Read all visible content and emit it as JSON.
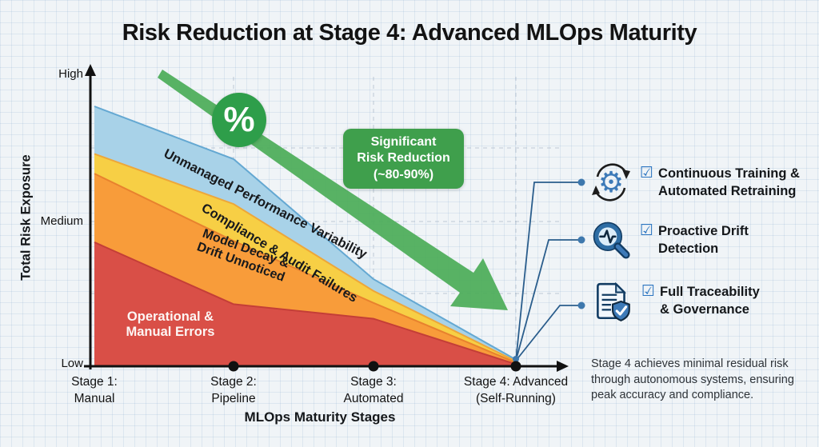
{
  "title": "Risk Reduction at Stage 4: Advanced MLOps Maturity",
  "axes": {
    "y_title": "Total Risk Exposure",
    "x_title": "MLOps Maturity Stages",
    "y_ticks": {
      "high": "High",
      "medium": "Medium",
      "low": "Low"
    }
  },
  "chart_data": {
    "type": "area",
    "stacked": true,
    "title": "Risk Reduction at Stage 4: Advanced MLOps Maturity",
    "xlabel": "MLOps Maturity Stages",
    "ylabel": "Total Risk Exposure",
    "x_categories": [
      "Stage 1:\nManual",
      "Stage 2:\nPipeline",
      "Stage 3:\nAutomated",
      "Stage 4: Advanced\n(Self-Running)"
    ],
    "y_tick_labels": [
      "Low",
      "Medium",
      "High"
    ],
    "ylim": [
      0,
      110
    ],
    "grid": "dashed",
    "series": [
      {
        "id": "operational-manual-errors",
        "label": "Operational &\nManual Errors",
        "color": "#d94f47",
        "edge_color": "#c43e37",
        "values": [
          47,
          23.5,
          18,
          0.8
        ]
      },
      {
        "id": "model-decay-drift",
        "label": "Model Decay &\nDrift Unnoticed",
        "color": "#f89c3a",
        "edge_color": "#e8822e",
        "values": [
          26,
          24,
          6,
          0.6
        ]
      },
      {
        "id": "compliance-audit-failures",
        "label": "Compliance & Audit Failures",
        "color": "#f7cf45",
        "edge_color": "#eda73a",
        "values": [
          7.5,
          14,
          4.5,
          0.5
        ]
      },
      {
        "id": "unmanaged-performance-variability",
        "label": "Unmanaged Performance Variability",
        "color": "#a8d2e8",
        "edge_color": "#64a8d2",
        "values": [
          18,
          17,
          4.5,
          0.6
        ]
      }
    ]
  },
  "annotations": {
    "percent_symbol": "%",
    "reduction_box": "Significant\nRisk Reduction\n(~80-90%)",
    "arrow_color": "#4fae5c",
    "badge_color": "#2e9e4a",
    "box_color": "#3f9f4c"
  },
  "callouts": {
    "checkbox_glyph": "☑",
    "items": [
      {
        "icon": "continuous-training-icon",
        "label": "Continuous Training &\nAutomated Retraining"
      },
      {
        "icon": "drift-detection-icon",
        "label": "Proactive Drift\nDetection"
      },
      {
        "icon": "traceability-icon",
        "label": "Full Traceability\n& Governance"
      }
    ]
  },
  "footnote": "Stage 4 achieves minimal residual risk through autonomous systems, ensuring peak accuracy and compliance."
}
